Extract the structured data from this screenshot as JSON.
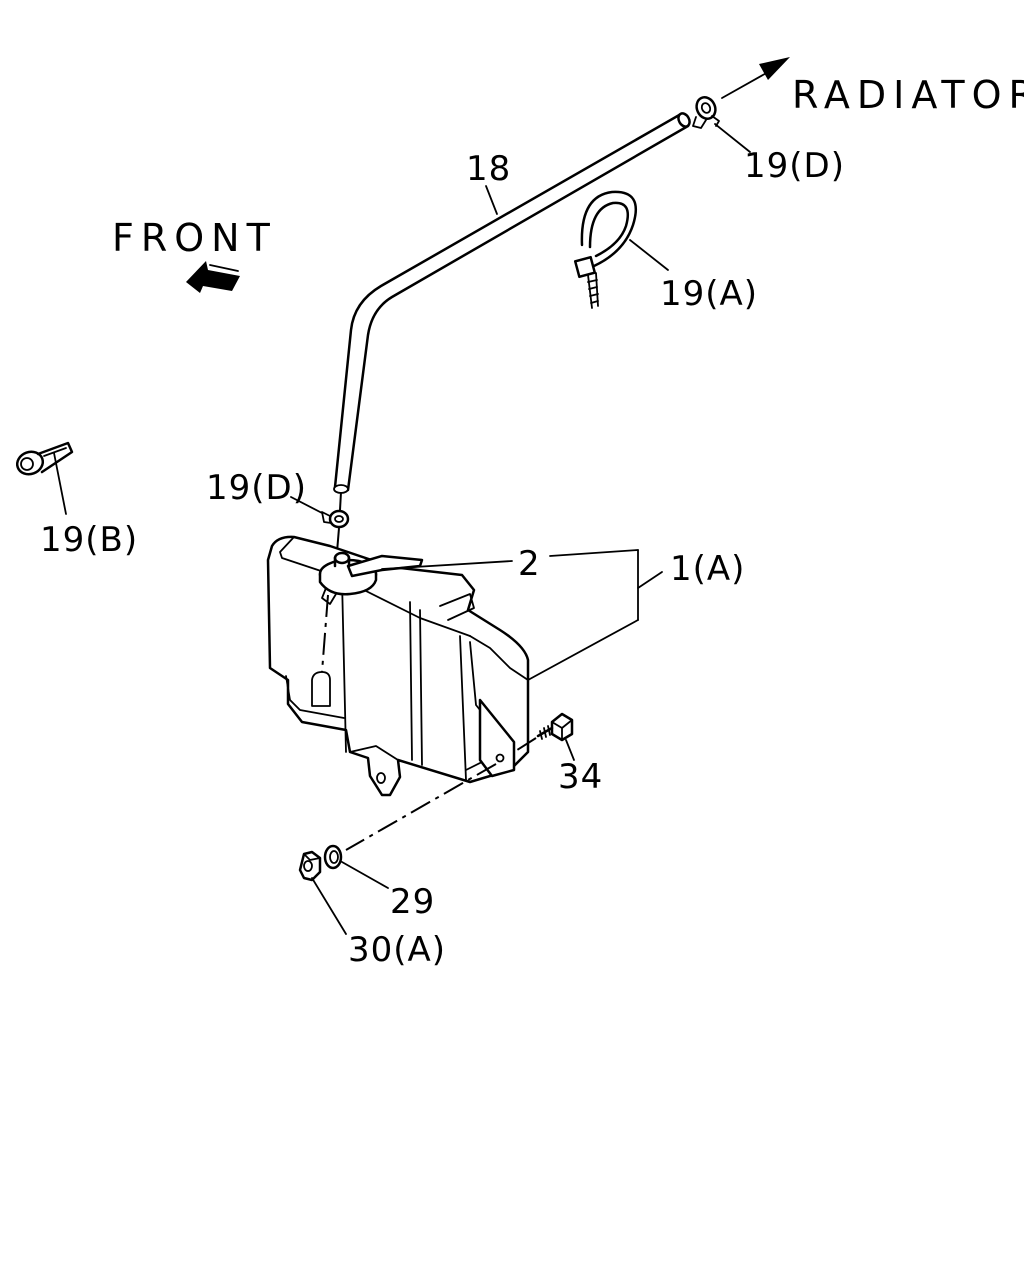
{
  "labels": {
    "radiator": "RADIATOR",
    "front": "FRONT",
    "part_18": "18",
    "part_19d_top": "19(D)",
    "part_19a": "19(A)",
    "part_19b": "19(B)",
    "part_19d_mid": "19(D)",
    "part_2": "2",
    "part_1a": "1(A)",
    "part_34": "34",
    "part_29": "29",
    "part_30a": "30(A)"
  },
  "icons": {
    "front_arrow": "front-arrow-icon",
    "radiator_arrow": "radiator-arrow-icon"
  },
  "colors": {
    "line": "#000000",
    "background": "#ffffff"
  }
}
